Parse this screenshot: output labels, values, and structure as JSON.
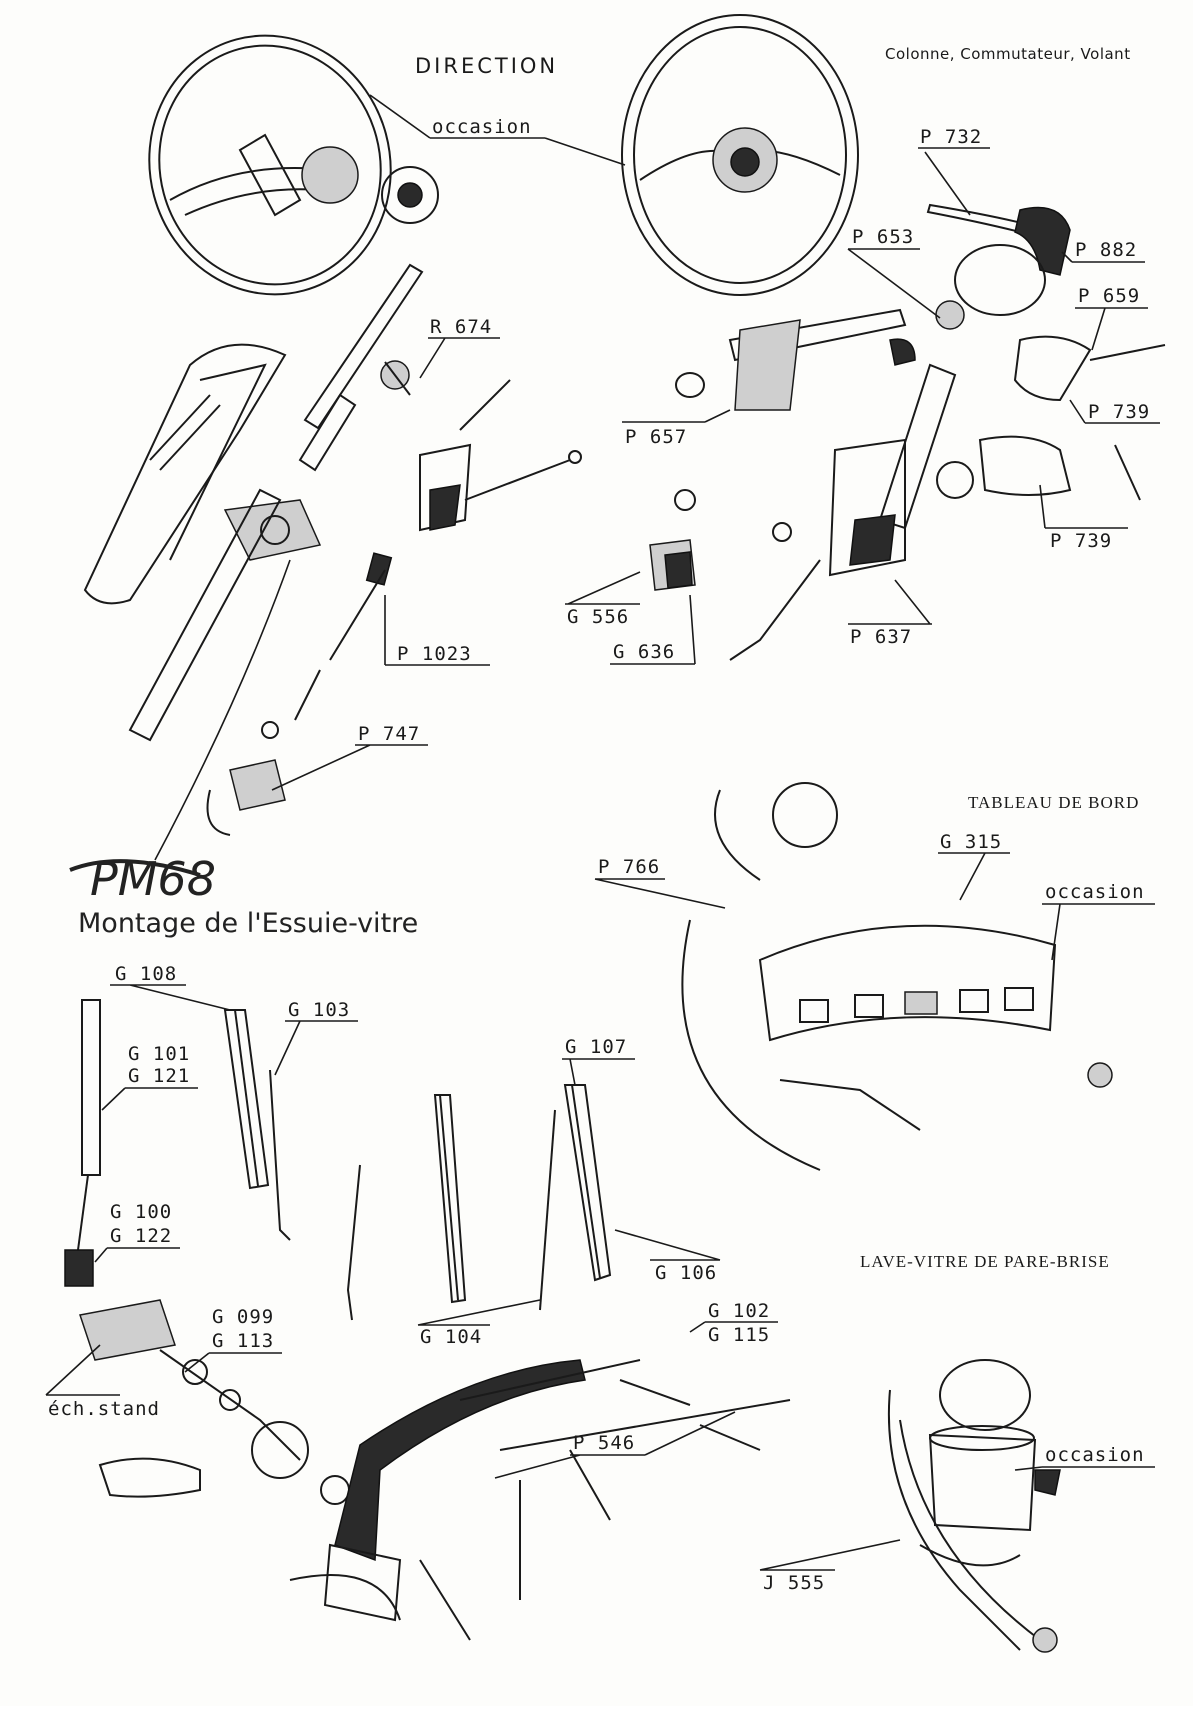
{
  "header": {
    "title": "DIRECTION",
    "subtitle": "Colonne, Commutateur, Volant"
  },
  "sections": {
    "dashboard": "TABLEAU DE BORD",
    "washer": "LAVE-VITRE DE PARE-BRISE"
  },
  "handwriting": {
    "code": "PM68",
    "caption": "Montage de l'Essuie-vitre"
  },
  "labels": {
    "occasion_wheel": "occasion",
    "p732": "P 732",
    "p653": "P 653",
    "p882": "P 882",
    "p659": "P 659",
    "p739a": "P 739",
    "p739b": "P 739",
    "r674": "R 674",
    "p657": "P 657",
    "g556": "G 556",
    "g636": "G 636",
    "p637": "P 637",
    "p1023": "P 1023",
    "p747": "P 747",
    "g315": "G 315",
    "occasion_dash": "occasion",
    "p766": "P 766",
    "g108": "G 108",
    "g103": "G 103",
    "g101": "G 101",
    "g121": "G 121",
    "g107": "G 107",
    "g100": "G 100",
    "g122": "G 122",
    "g106": "G 106",
    "g099": "G 099",
    "g113": "G 113",
    "g104": "G 104",
    "ech_stand": "éch.stand",
    "g102": "G 102",
    "g115": "G 115",
    "p546": "P 546",
    "occasion_washer": "occasion",
    "j555": "J 555"
  }
}
